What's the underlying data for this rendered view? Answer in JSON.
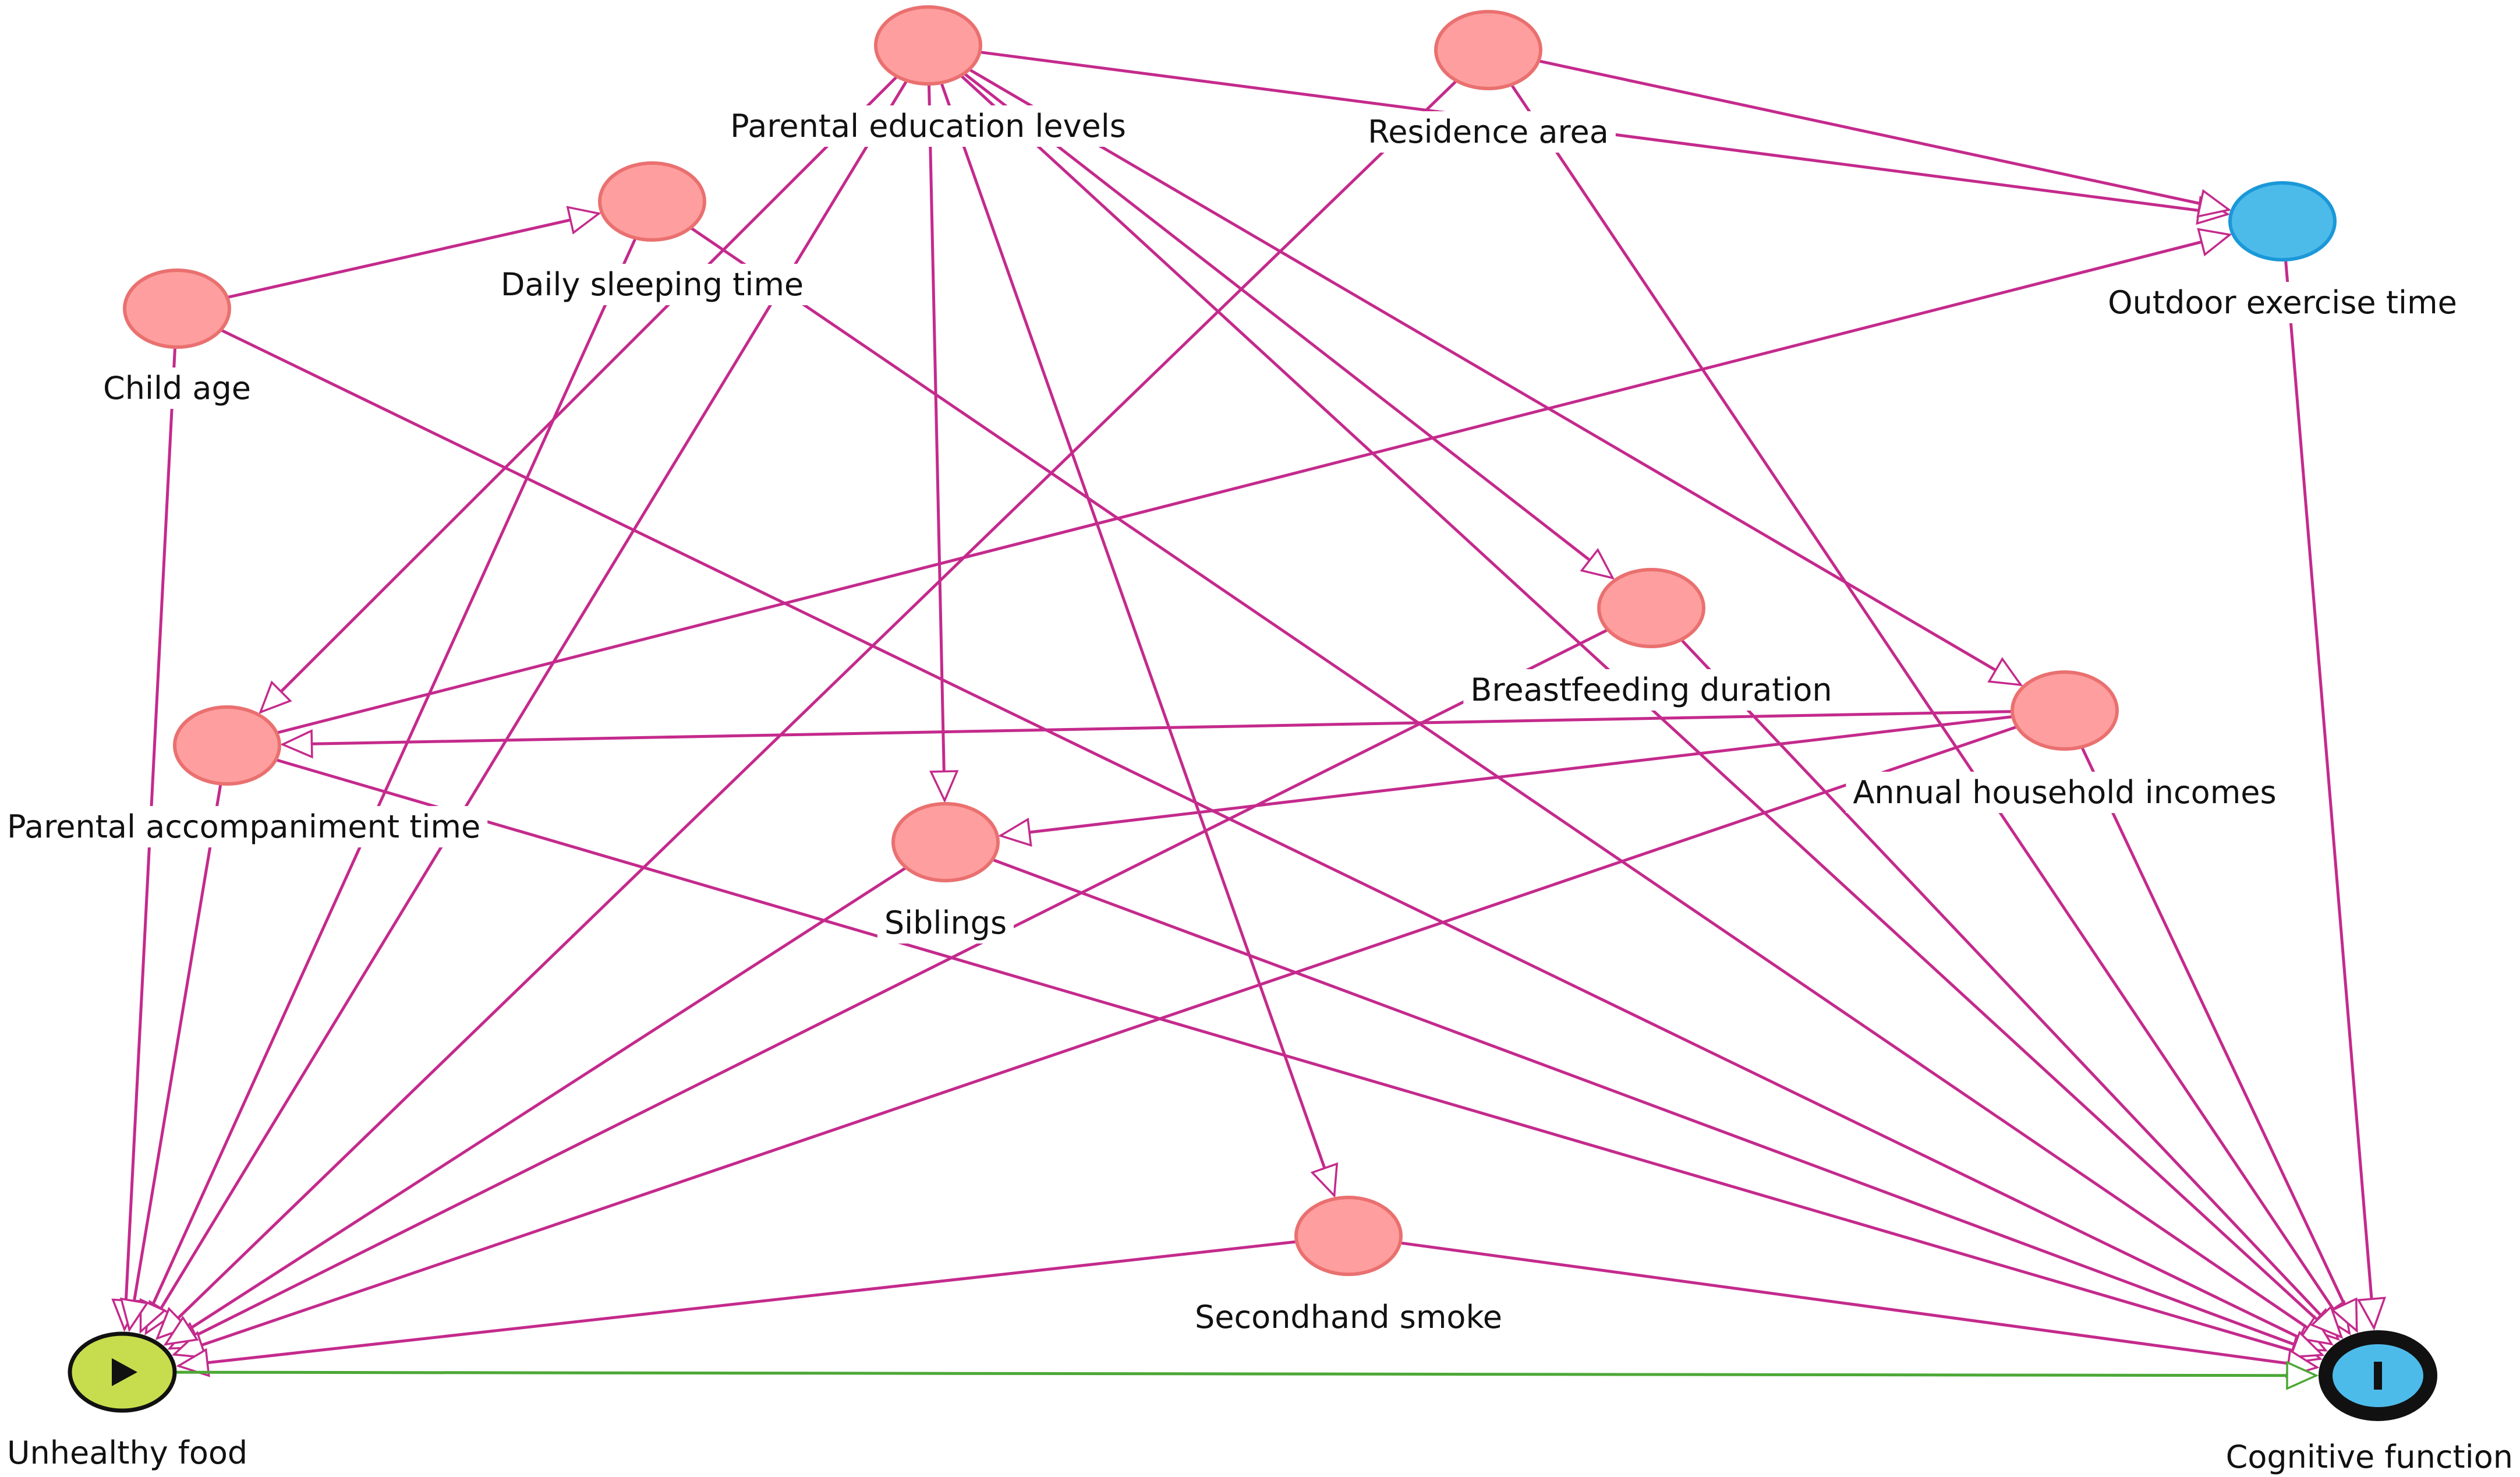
{
  "colors": {
    "edge": "#c42a8c",
    "causal_edge": "#4ca836",
    "covariate_fill": "#ff9e9e",
    "covariate_stroke": "#ea7070",
    "ancestor_fill": "#4dbbea",
    "ancestor_stroke": "#1a98d8",
    "exposure_fill": "#c7dd4d",
    "outcome_fill": "#4dbbea",
    "node_border": "#111111"
  },
  "nodes": [
    {
      "id": "parental-education-levels",
      "label": "Parental education levels",
      "role": "covariate"
    },
    {
      "id": "residence-area",
      "label": "Residence area",
      "role": "covariate"
    },
    {
      "id": "daily-sleeping-time",
      "label": "Daily sleeping time",
      "role": "covariate"
    },
    {
      "id": "child-age",
      "label": "Child age",
      "role": "covariate"
    },
    {
      "id": "outdoor-exercise-time",
      "label": "Outdoor exercise time",
      "role": "ancestor"
    },
    {
      "id": "breastfeeding-duration",
      "label": "Breastfeeding duration",
      "role": "covariate"
    },
    {
      "id": "annual-household-incomes",
      "label": "Annual household incomes",
      "role": "covariate"
    },
    {
      "id": "parental-accompaniment-time",
      "label": "Parental accompaniment time",
      "role": "covariate"
    },
    {
      "id": "siblings",
      "label": "Siblings",
      "role": "covariate"
    },
    {
      "id": "secondhand-smoke",
      "label": "Secondhand smoke",
      "role": "covariate"
    },
    {
      "id": "unhealthy-food",
      "label": "Unhealthy food",
      "role": "exposure",
      "icon": "play-icon"
    },
    {
      "id": "cognitive-function",
      "label": "Cognitive function",
      "role": "outcome",
      "icon": "outcome-bar-icon"
    }
  ],
  "edges": [
    {
      "from": "parental-education-levels",
      "to": "unhealthy-food"
    },
    {
      "from": "parental-education-levels",
      "to": "cognitive-function"
    },
    {
      "from": "parental-education-levels",
      "to": "outdoor-exercise-time"
    },
    {
      "from": "parental-education-levels",
      "to": "siblings"
    },
    {
      "from": "parental-education-levels",
      "to": "secondhand-smoke"
    },
    {
      "from": "parental-education-levels",
      "to": "breastfeeding-duration"
    },
    {
      "from": "parental-education-levels",
      "to": "annual-household-incomes"
    },
    {
      "from": "parental-education-levels",
      "to": "parental-accompaniment-time"
    },
    {
      "from": "residence-area",
      "to": "outdoor-exercise-time"
    },
    {
      "from": "residence-area",
      "to": "unhealthy-food"
    },
    {
      "from": "residence-area",
      "to": "cognitive-function"
    },
    {
      "from": "child-age",
      "to": "daily-sleeping-time"
    },
    {
      "from": "child-age",
      "to": "unhealthy-food"
    },
    {
      "from": "child-age",
      "to": "cognitive-function"
    },
    {
      "from": "daily-sleeping-time",
      "to": "unhealthy-food"
    },
    {
      "from": "daily-sleeping-time",
      "to": "cognitive-function"
    },
    {
      "from": "outdoor-exercise-time",
      "to": "cognitive-function"
    },
    {
      "from": "breastfeeding-duration",
      "to": "unhealthy-food"
    },
    {
      "from": "breastfeeding-duration",
      "to": "cognitive-function"
    },
    {
      "from": "annual-household-incomes",
      "to": "parental-accompaniment-time"
    },
    {
      "from": "annual-household-incomes",
      "to": "siblings"
    },
    {
      "from": "annual-household-incomes",
      "to": "unhealthy-food"
    },
    {
      "from": "annual-household-incomes",
      "to": "cognitive-function"
    },
    {
      "from": "parental-accompaniment-time",
      "to": "outdoor-exercise-time"
    },
    {
      "from": "parental-accompaniment-time",
      "to": "unhealthy-food"
    },
    {
      "from": "parental-accompaniment-time",
      "to": "cognitive-function"
    },
    {
      "from": "siblings",
      "to": "unhealthy-food"
    },
    {
      "from": "siblings",
      "to": "cognitive-function"
    },
    {
      "from": "secondhand-smoke",
      "to": "unhealthy-food"
    },
    {
      "from": "secondhand-smoke",
      "to": "cognitive-function"
    },
    {
      "from": "unhealthy-food",
      "to": "cognitive-function",
      "causal": true
    }
  ]
}
